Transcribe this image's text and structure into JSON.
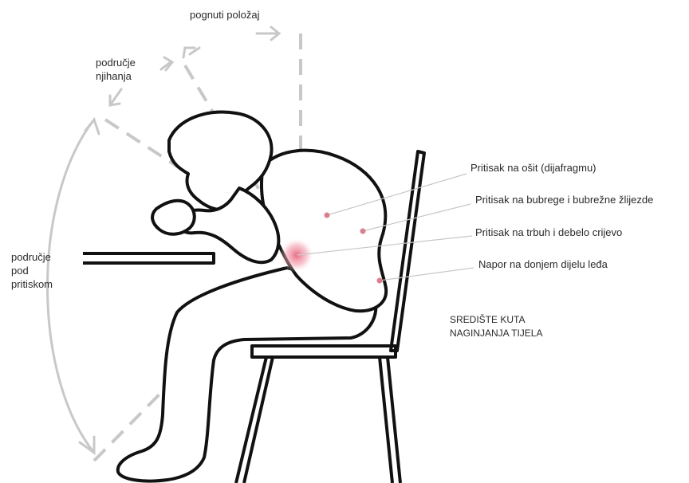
{
  "labels": {
    "bent_position": "pognuti položaj",
    "swing_area": [
      "područje",
      "njihanja"
    ],
    "pressure_area": [
      "područje",
      "pod",
      "pritiskom"
    ],
    "center_angle": [
      "SREDIŠTE KUTA",
      "NAGINJANJA TIJELA"
    ]
  },
  "callouts": [
    {
      "text": "Pritisak na ošit (dijafragmu)"
    },
    {
      "text": "Pritisak na bubrege i bubrežne žlijezde"
    },
    {
      "text": "Pritisak na trbuh i debelo crijevo"
    },
    {
      "text": "Napor na donjem dijelu leđa"
    }
  ],
  "colors": {
    "outline": "#111111",
    "guide": "#c8c8c8",
    "marker": "#d9808c",
    "highlight": "#e8607a"
  }
}
